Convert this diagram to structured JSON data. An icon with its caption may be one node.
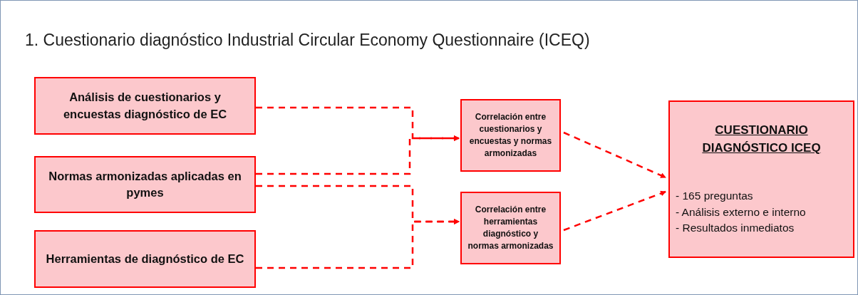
{
  "diagram": {
    "title": "1. Cuestionario diagnóstico Industrial Circular Economy Questionnaire (ICEQ)",
    "nodes": [
      {
        "text": [
          "Análisis de cuestionarios y encuestas diagnóstico de EC"
        ]
      },
      {
        "text": [
          "Normas armonizadas aplicadas en pymes"
        ]
      },
      {
        "text": [
          "Herramientas de diagnóstico de EC"
        ]
      },
      {
        "text": [
          "Correlación entre cuestionarios y encuestas y normas armonizadas"
        ]
      },
      {
        "text": [
          "Correlación entre herramientas diagnóstico y normas armonizadas"
        ]
      },
      {
        "text": [
          "CUESTIONARIO DIAGNÓSTICO ICEQ",
          "- 165 preguntas",
          "- Análisis externo e interno",
          "- Resultados inmediatos"
        ]
      }
    ],
    "edges": [
      {
        "from": 0,
        "to": 3,
        "arrow": "to",
        "style": "dashed"
      },
      {
        "from": 1,
        "to": 3,
        "arrow": "to",
        "style": "dashed"
      },
      {
        "from": 1,
        "to": 4,
        "arrow": "to",
        "style": "dashed"
      },
      {
        "from": 2,
        "to": 4,
        "arrow": "to",
        "style": "dashed"
      },
      {
        "from": 3,
        "to": 5,
        "arrow": "to",
        "style": "dashed"
      },
      {
        "from": 4,
        "to": 5,
        "arrow": "to",
        "style": "dashed"
      }
    ]
  }
}
